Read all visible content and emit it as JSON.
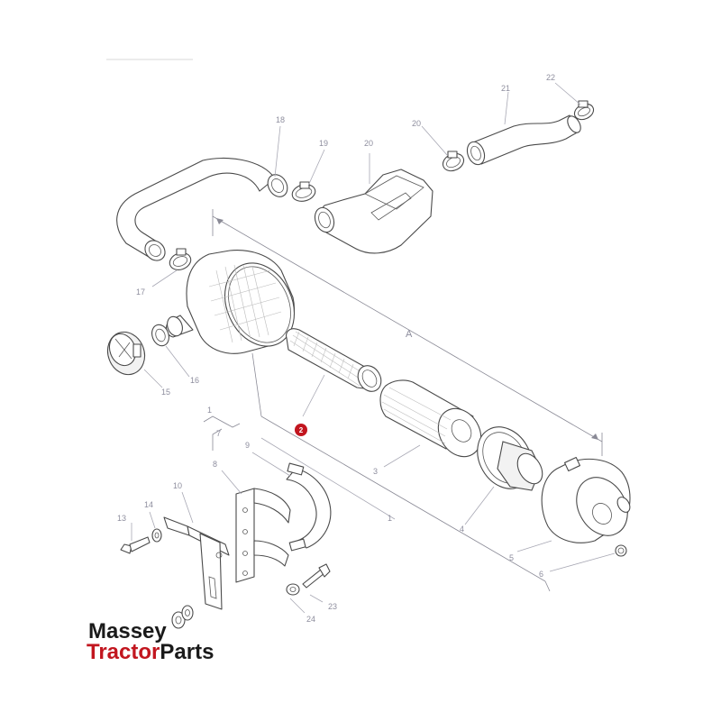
{
  "diagram": {
    "dimension_label": "A",
    "highlighted_part": "2",
    "callouts": [
      "1",
      "3",
      "4",
      "5",
      "6",
      "7",
      "8",
      "9",
      "10",
      "13",
      "14",
      "15",
      "16",
      "17",
      "18",
      "19",
      "20",
      "20",
      "21",
      "22",
      "23",
      "24"
    ]
  },
  "logo": {
    "line1": "Massey",
    "line2_part1": "Tractor",
    "line2_part2": "Parts"
  },
  "colors": {
    "highlight": "#c2161f",
    "callout_text": "#8e8e9e",
    "line": "#4a4a4a"
  }
}
